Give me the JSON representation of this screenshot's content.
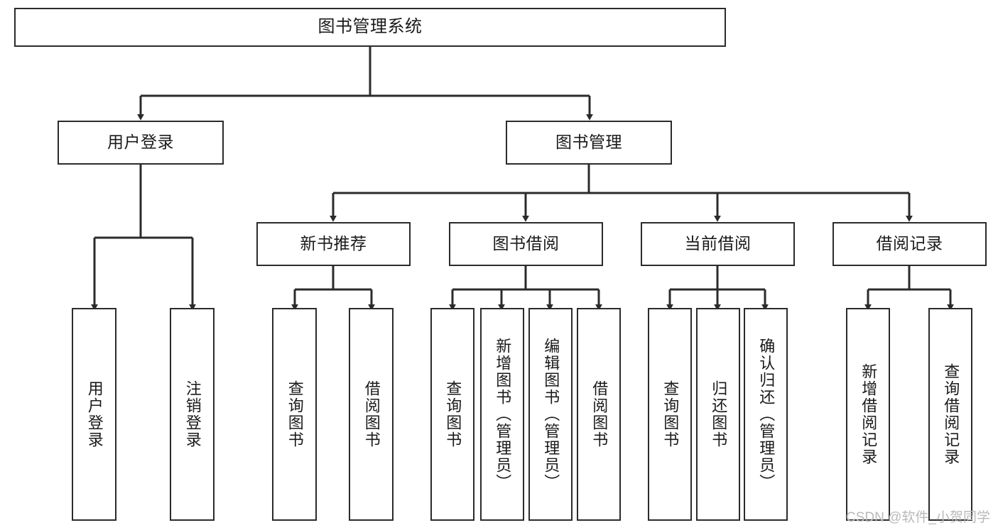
{
  "diagram": {
    "title": "图书管理系统",
    "type": "tree-hierarchy-chart",
    "orientation": "top-down",
    "colors": {
      "background": "#ffffff",
      "node_border": "#2b2b2b",
      "node_fill": "#ffffff",
      "connector": "#2b2b2b",
      "text": "#1a1a1a",
      "watermark": "#b9b9b9"
    },
    "root": {
      "label": "图书管理系统"
    },
    "level1": [
      {
        "label": "用户登录"
      },
      {
        "label": "图书管理"
      }
    ],
    "level2": [
      {
        "label": "新书推荐"
      },
      {
        "label": "图书借阅"
      },
      {
        "label": "当前借阅"
      },
      {
        "label": "借阅记录"
      }
    ],
    "leaves": {
      "user_login": [
        {
          "label": "用户登录"
        },
        {
          "label": "注销登录"
        }
      ],
      "new_book_recommend": [
        {
          "label": "查询图书"
        },
        {
          "label": "借阅图书"
        }
      ],
      "book_borrow": [
        {
          "label": "查询图书"
        },
        {
          "label": "新增图书（管理员）"
        },
        {
          "label": "编辑图书（管理员）"
        },
        {
          "label": "借阅图书"
        }
      ],
      "current_borrow": [
        {
          "label": "查询图书"
        },
        {
          "label": "归还图书"
        },
        {
          "label": "确认归还（管理员）"
        }
      ],
      "borrow_record": [
        {
          "label": "新增借阅记录"
        },
        {
          "label": "查询借阅记录"
        }
      ]
    }
  },
  "watermark": {
    "text": "CSDN @软件_小贺同学"
  }
}
